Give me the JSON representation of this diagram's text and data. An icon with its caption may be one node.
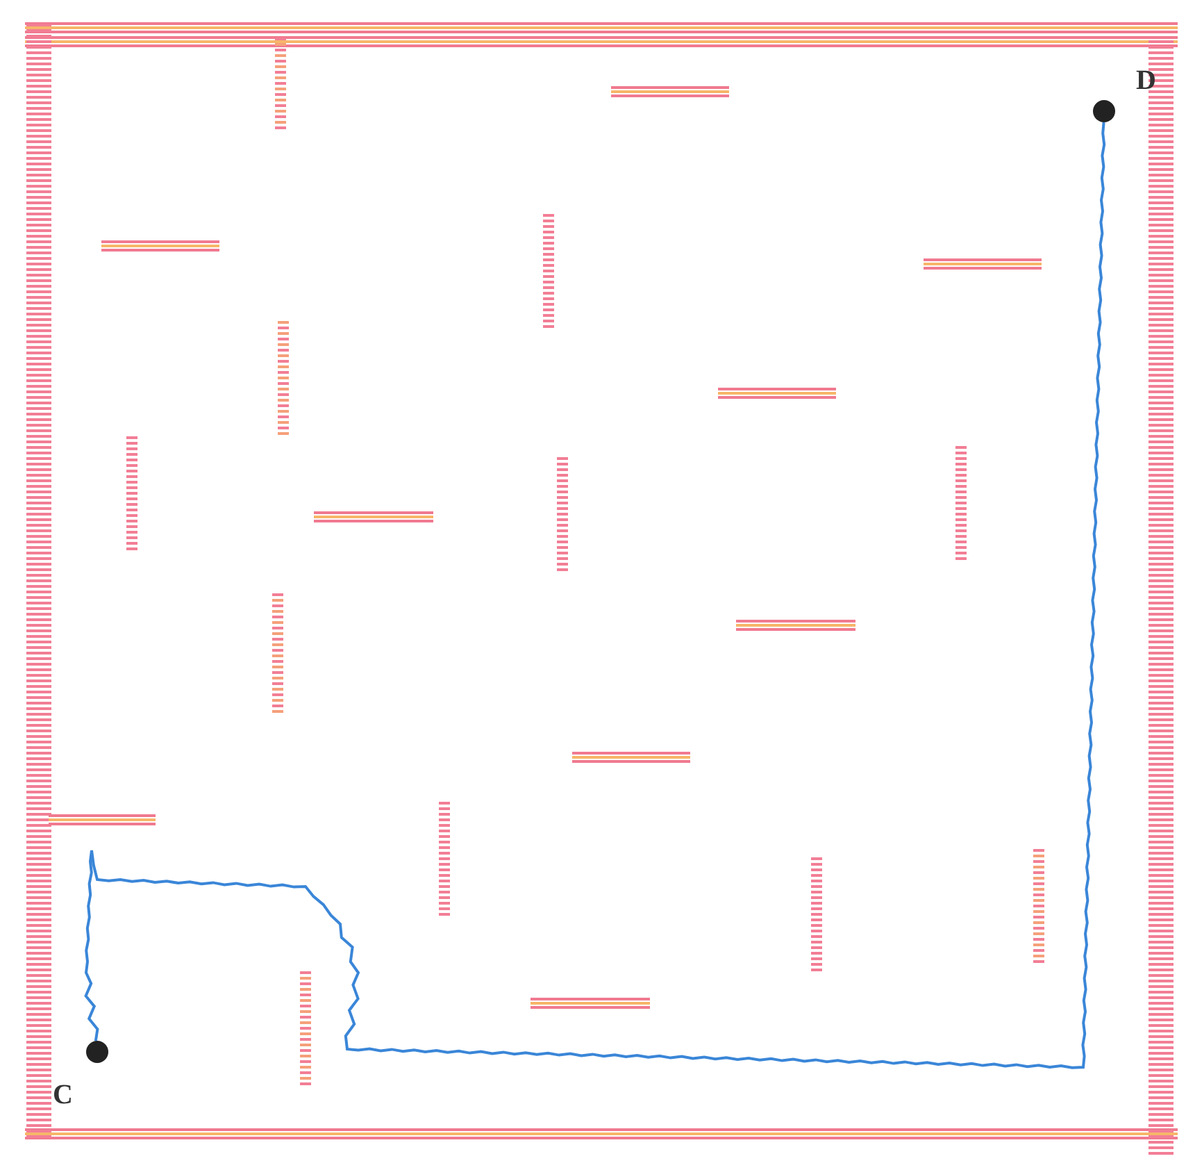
{
  "diagram": {
    "nodes": [
      {
        "text": [],
        "shape": "circle",
        "beside": [
          "C"
        ]
      },
      {
        "text": [],
        "shape": "circle",
        "beside": [
          "D"
        ]
      }
    ],
    "edges": [
      {
        "from": 0,
        "to": 1,
        "arrow": "none"
      }
    ]
  }
}
